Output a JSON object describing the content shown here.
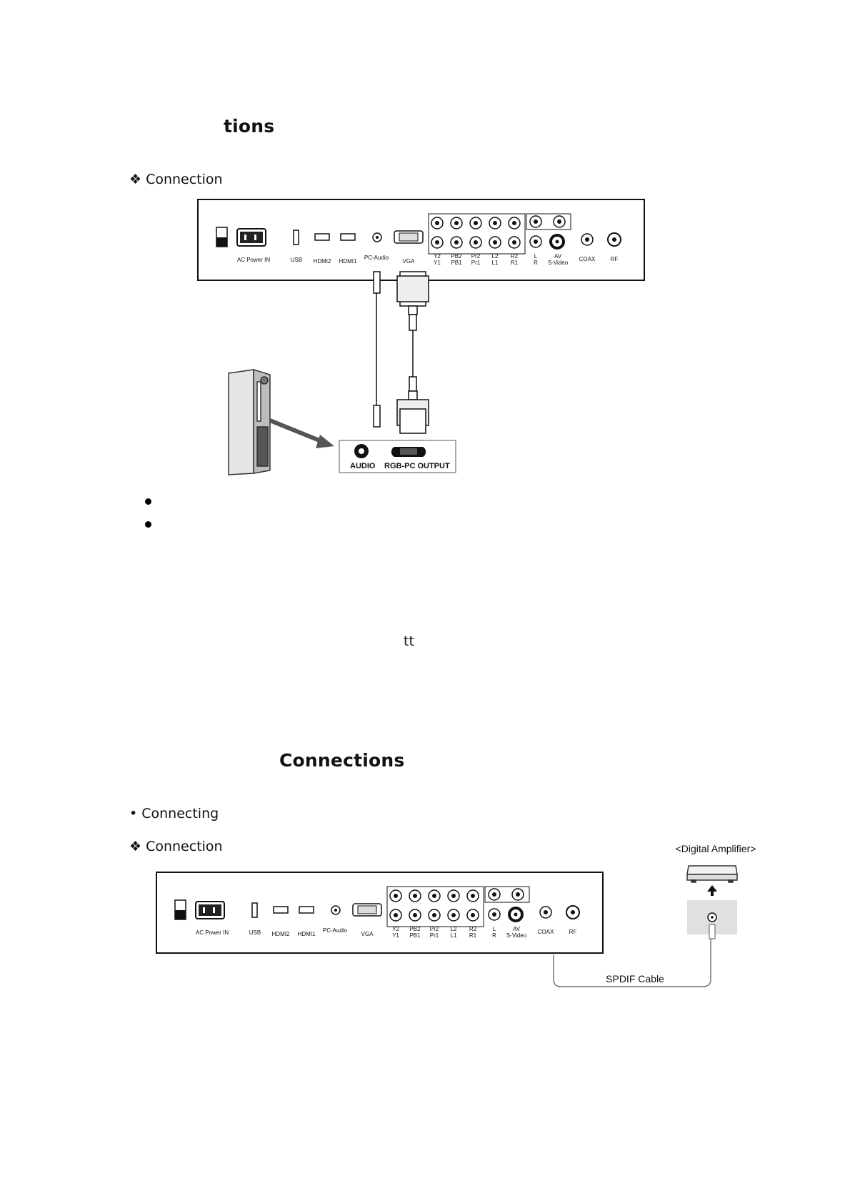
{
  "section1": {
    "heading": "tions",
    "subheading": "❖ Connection",
    "stray_text": "tt",
    "bullets": [
      "",
      ""
    ]
  },
  "section2": {
    "heading": "Connections",
    "bullet": "• Connecting",
    "subheading": "❖ Connection"
  },
  "panel": {
    "ac_power": "AC Power IN",
    "usb": "USB",
    "hdmi2": "HDMI2",
    "hdmi1": "HDMI1",
    "pc_audio": "PC-Audio",
    "vga": "VGA",
    "y2": "Y2",
    "y1": "Y1",
    "pb2": "PB2",
    "pb1": "PB1",
    "pr2": "Pr2",
    "pr1": "Pr1",
    "l2": "L2",
    "l1": "L1",
    "r2": "R2",
    "r1": "R1",
    "l": "L",
    "r": "R",
    "av": "AV",
    "svideo": "S-Video",
    "coax": "COAX",
    "rf": "RF"
  },
  "diagram1": {
    "audio_label": "AUDIO",
    "rgb_label": "RGB-PC OUTPUT"
  },
  "diagram2": {
    "amplifier_label": "<Digital Amplifier>",
    "cable_label": "SPDIF Cable"
  }
}
